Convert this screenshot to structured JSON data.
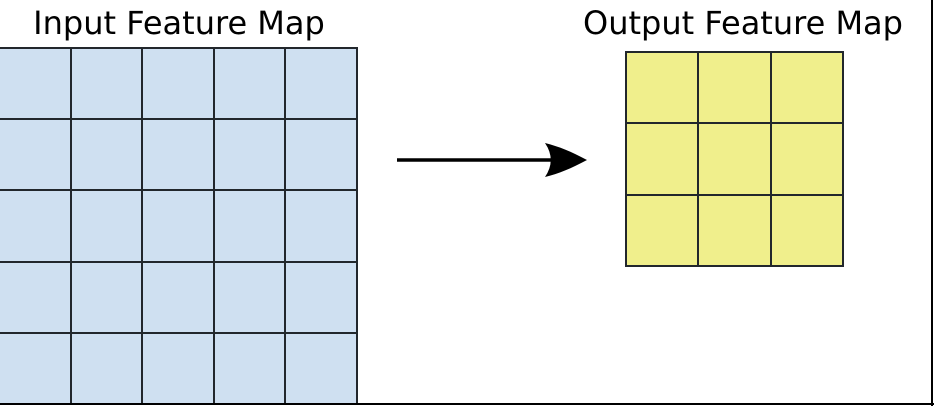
{
  "diagram": {
    "background": "#ffffff",
    "input_map": {
      "title": "Input Feature Map",
      "rows": 5,
      "cols": 5,
      "fill": "#cfe0f1",
      "stroke": "#22272c"
    },
    "output_map": {
      "title": "Output Feature Map",
      "rows": 3,
      "cols": 3,
      "fill": "#f0ef8c",
      "stroke": "#22272c"
    },
    "arrow": {
      "direction": "right",
      "color": "#000000"
    },
    "frame": {
      "color": "#000000"
    }
  }
}
